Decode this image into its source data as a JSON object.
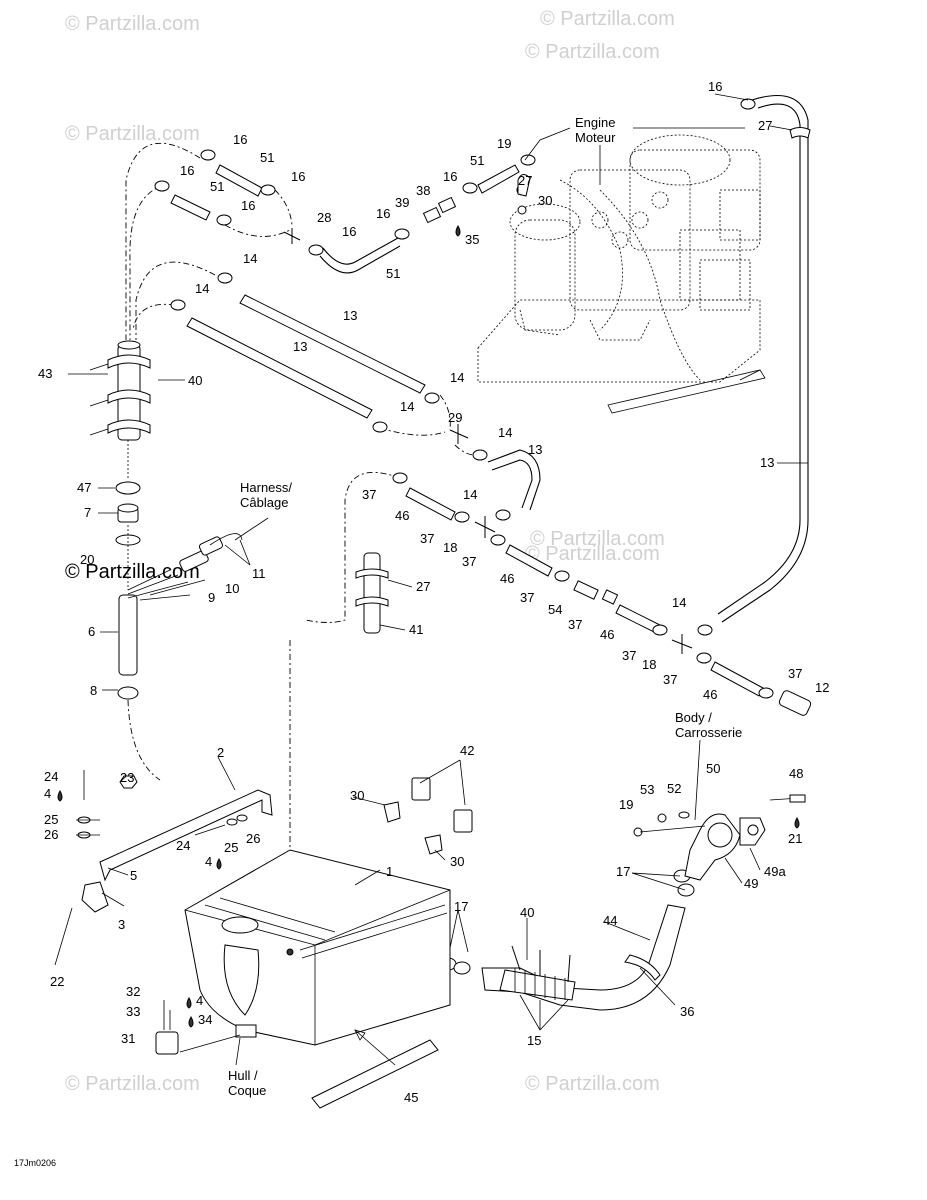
{
  "watermarks": [
    "© Partzilla.com",
    "© Partzilla.com",
    "© Partzilla.com",
    "© Partzilla.com",
    "© Partzilla.com",
    "© Partzilla.com",
    "© Partzilla.com",
    "© Partzilla.com",
    "© Partzilla.com",
    "© Partzilla.com"
  ],
  "watermark_center": "© Partzilla.com",
  "headings": {
    "engine": "Engine",
    "moteur": "Moteur",
    "harness": "Harness/",
    "cablage": "Câblage",
    "body": "Body /",
    "carrosserie": "Carrosserie",
    "hull": "Hull /",
    "coque": "Coque"
  },
  "diagram_code": "17Jm0206",
  "callouts": {
    "c1": "1",
    "c2": "2",
    "c3": "3",
    "c4": "4",
    "c5": "5",
    "c6": "6",
    "c7": "7",
    "c8": "8",
    "c9": "9",
    "c10": "10",
    "c11": "11",
    "c12": "12",
    "c13": "13",
    "c14": "14",
    "c15": "15",
    "c16": "16",
    "c17": "17",
    "c18": "18",
    "c19": "19",
    "c20": "20",
    "c21": "21",
    "c22": "22",
    "c23": "23",
    "c24": "24",
    "c25": "25",
    "c26": "26",
    "c27": "27",
    "c28": "28",
    "c29": "29",
    "c30": "30",
    "c31": "31",
    "c32": "32",
    "c33": "33",
    "c34": "34",
    "c35": "35",
    "c36": "36",
    "c37": "37",
    "c38": "38",
    "c39": "39",
    "c40": "40",
    "c41": "41",
    "c42": "42",
    "c43": "43",
    "c44": "44",
    "c45": "45",
    "c46": "46",
    "c47": "47",
    "c48": "48",
    "c49": "49",
    "c49a": "49a",
    "c50": "50",
    "c51": "51",
    "c52": "52",
    "c53": "53",
    "c54": "54"
  }
}
